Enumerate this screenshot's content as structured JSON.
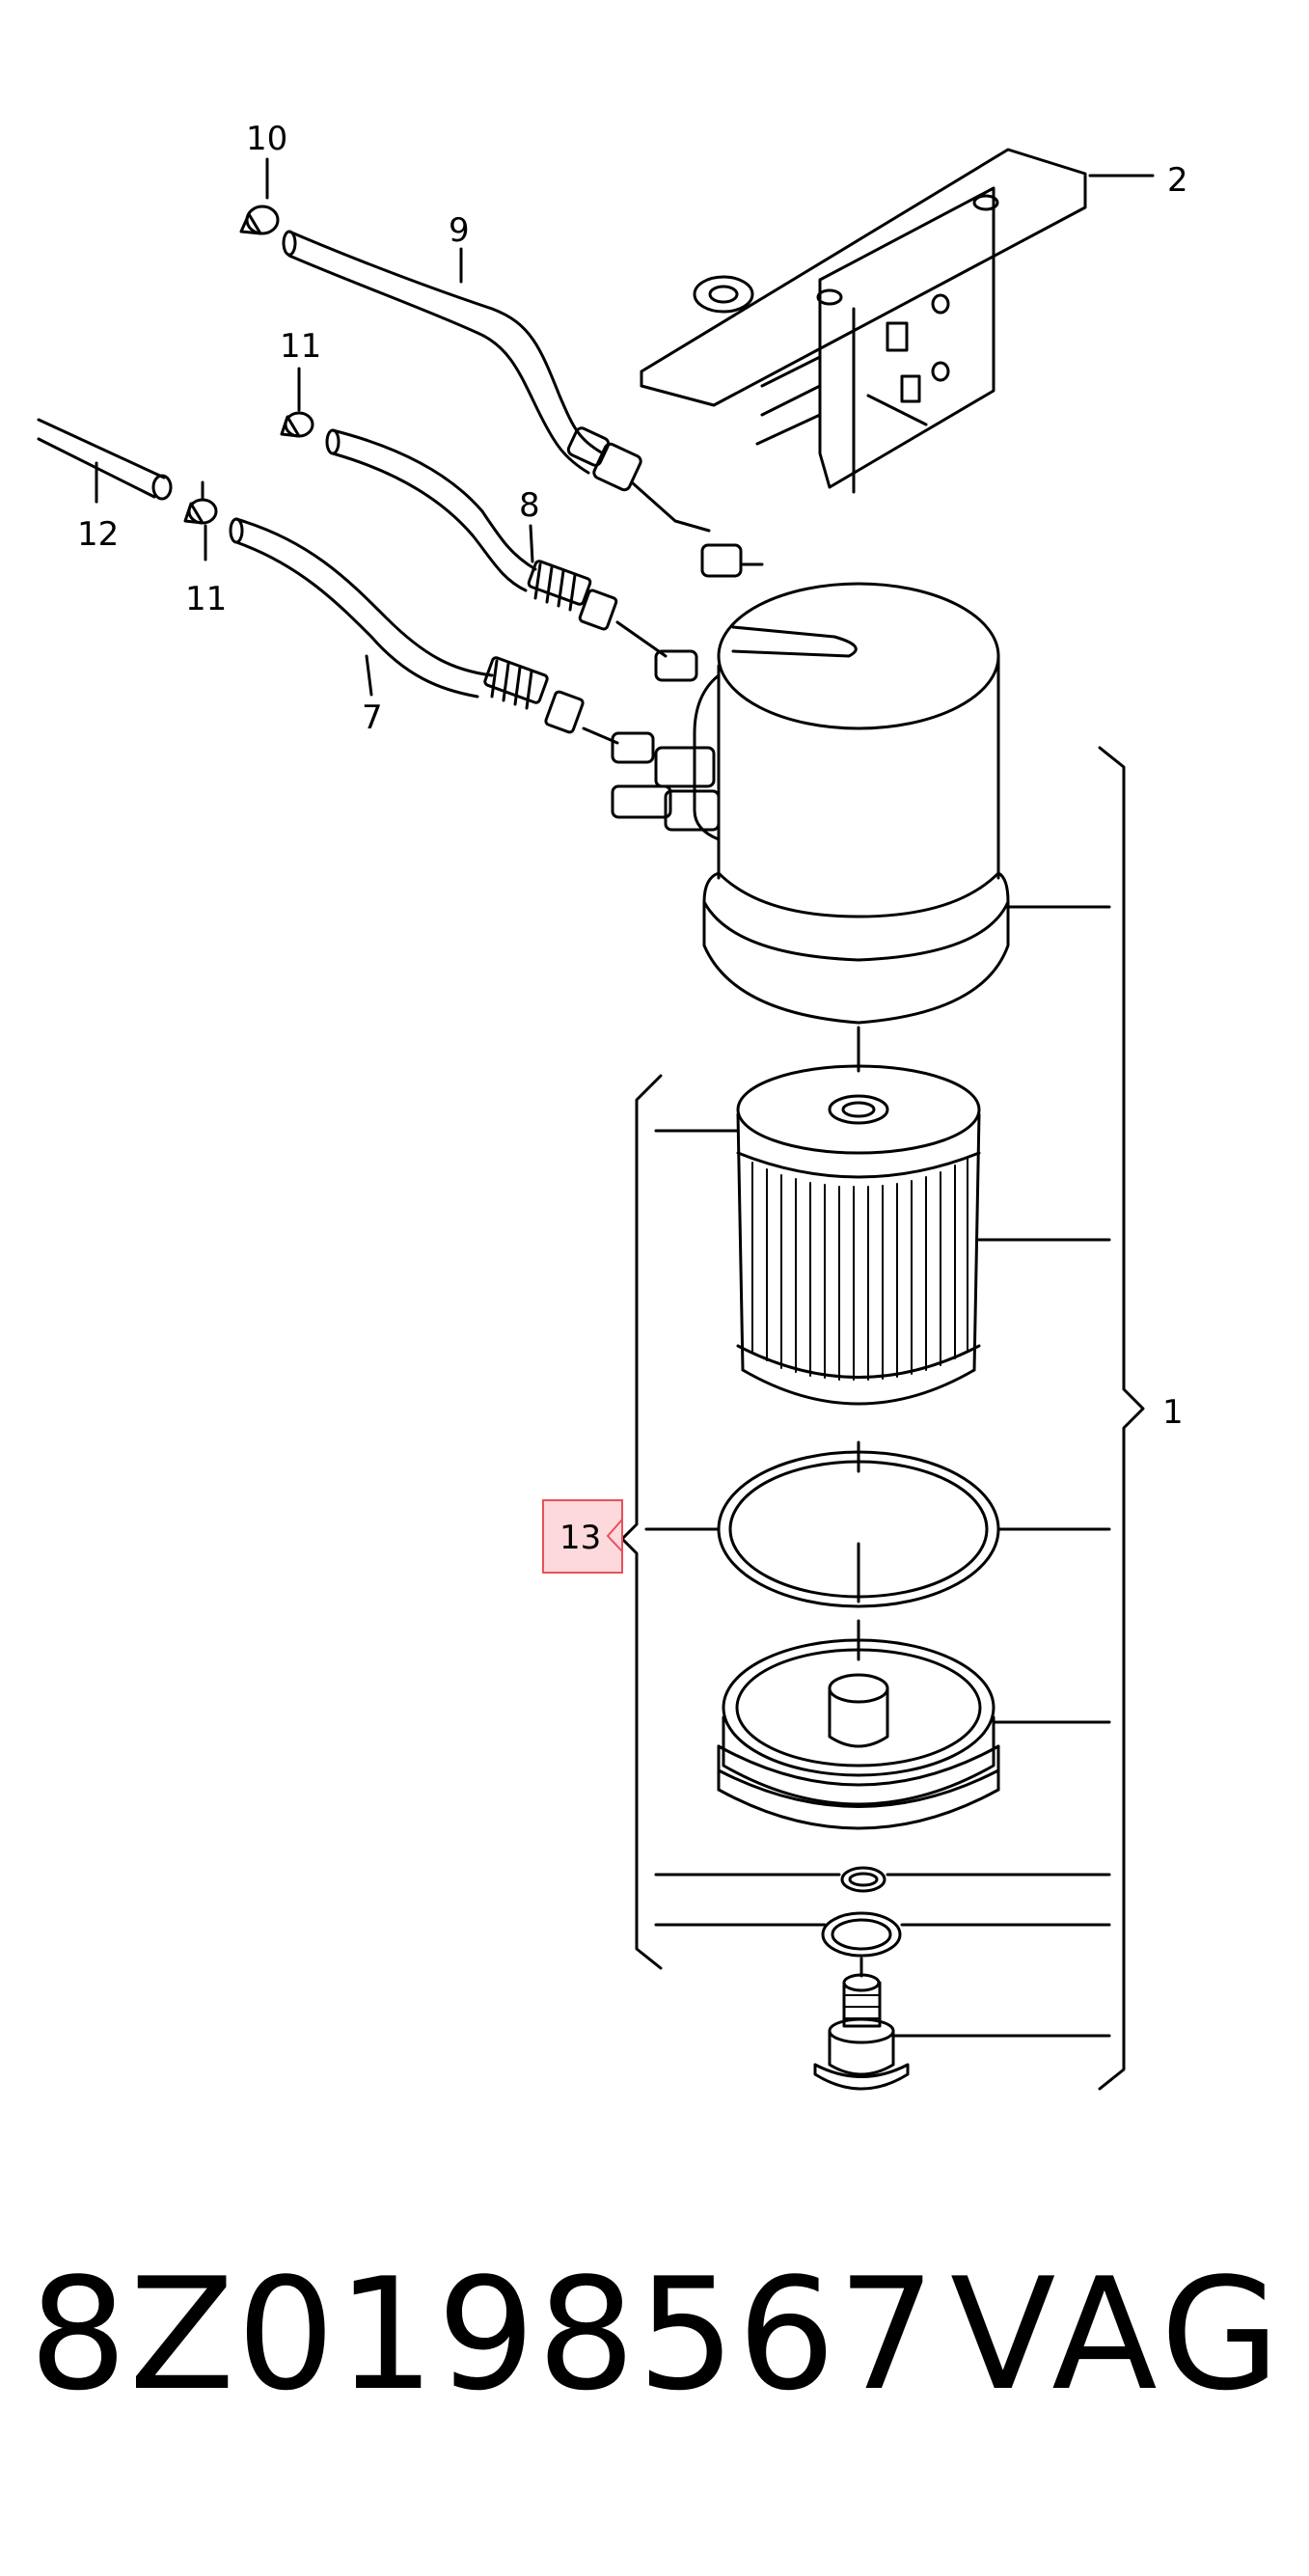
{
  "callouts": {
    "c1": "1",
    "c2": "2",
    "c7": "7",
    "c8": "8",
    "c9": "9",
    "c10": "10",
    "c11a": "11",
    "c11b": "11",
    "c12": "12",
    "c13": "13"
  },
  "highlight_color": "#e8505b",
  "highlight_fill": "#fbd9dc",
  "footer": {
    "part_number": "8Z0198567",
    "brand": "VAG"
  }
}
